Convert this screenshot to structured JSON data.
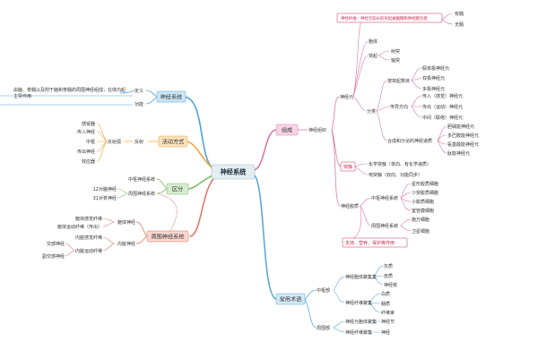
{
  "center": "神经系统",
  "left": {
    "nervous_system": {
      "title": "神经系统",
      "definition_label": "定义",
      "definition_text_1": "由脑、脊髓以及附于脑和脊髓的周围神经组成，在体内起",
      "definition_text_2": "主导作用",
      "function_label": "功能"
    },
    "activity": {
      "title": "活动方式",
      "reflex": "反射",
      "reflex_arc": "反射弧",
      "parts": [
        "感受器",
        "传入神经",
        "中枢",
        "传出神经",
        "效应器"
      ]
    },
    "division": {
      "title": "区分",
      "central": "中枢神经系统",
      "peripheral": "周围神经系统",
      "cranial": "12对脑神经",
      "spinal": "31对脊神经"
    },
    "peripheral": {
      "title": "周围神经系统",
      "somatic": "躯体神经",
      "somatic_sensory": "躯体感觉纤维",
      "somatic_motor": "躯体运动纤维（传出）",
      "visceral": "内脏神经",
      "visceral_sensory": "内脏感觉纤维",
      "visceral_motor": "内脏运动纤维",
      "sympathetic": "交感神经",
      "parasympathetic": "副交感神经"
    }
  },
  "right": {
    "composition": {
      "title": "组成",
      "tissue": "神经组织",
      "neuron": "神经元",
      "fiber_label": "神经纤维：神经元较长的突起被髓鞘和神经膜包裹",
      "fiber_types": [
        "有髓",
        "无髓"
      ],
      "cell_body": "胞体",
      "process": "突起",
      "axon": "树突",
      "dendrite": "轴突",
      "classification": "分类",
      "by_process_count": "按突起数目",
      "count_types": [
        "假单极神经元",
        "双极神经元",
        "多极神经元"
      ],
      "by_conduction": "传导方向",
      "conduction_types": [
        "传入（感觉）神经元",
        "传出（运动）神经元",
        "中间（联络）神经元"
      ],
      "by_transmitter": "合成和分泌的神经递质",
      "transmitter_types": [
        "胆碱能神经元",
        "多巴胺能神经元",
        "氨基酸能神经元",
        "肽能神经元"
      ],
      "synapse": "突触",
      "synapse_types": [
        "化学突触（单向、有化学递质）",
        "电突触（双向、功能同步）"
      ],
      "glia": "神经胶质",
      "glia_central": "中枢神经系统",
      "glia_central_types": [
        "星形胶质细胞",
        "少突胶质细胞",
        "小胶质细胞",
        "室管膜细胞"
      ],
      "glia_peripheral": "周围神经系统",
      "glia_peripheral_types": [
        "施万细胞",
        "卫星细胞"
      ],
      "glia_function": "支持、营养、保护等作用"
    },
    "terms": {
      "title": "常用术语",
      "central_part": "中枢部",
      "gray_cluster": "神经胞体聚集集",
      "gray_items": [
        "灰质",
        "皮质",
        "神经核"
      ],
      "white_cluster": "神经纤维聚集",
      "white_items": [
        "白质",
        "髓质",
        "纤维束"
      ],
      "peripheral_part": "周围部",
      "ganglion_cluster": "神经元胞体聚集",
      "ganglion": "神经节",
      "nerve_cluster": "神经纤维聚集",
      "nerve": "神经"
    }
  },
  "colors": {
    "blue": "#4da3d6",
    "orange": "#f0a63c",
    "green": "#7cbd68",
    "red": "#e07a6c",
    "pink": "#d978a8",
    "cyan": "#5aa9dd",
    "highlight": "#cc2a55"
  }
}
